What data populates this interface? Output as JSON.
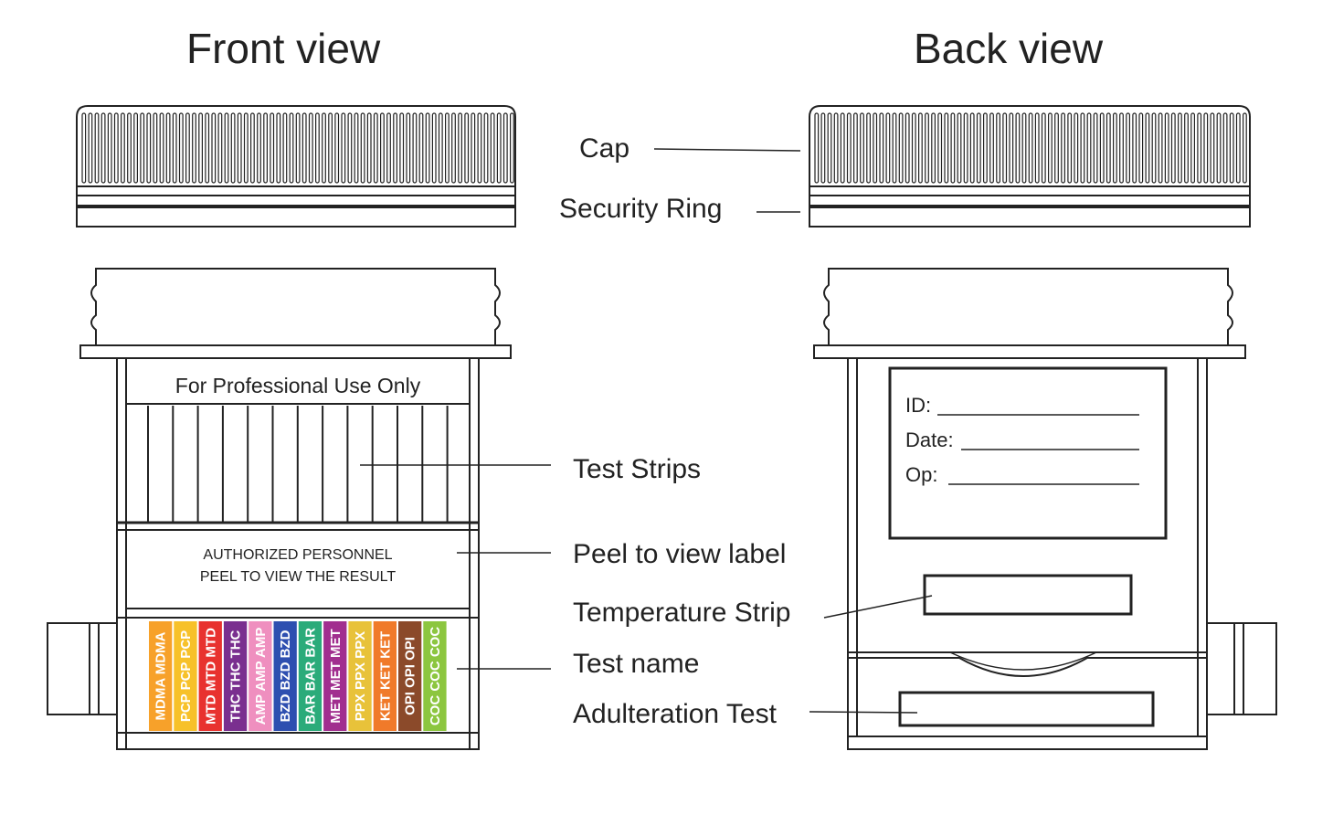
{
  "titles": {
    "front": "Front view",
    "back": "Back view"
  },
  "callouts": {
    "cap": "Cap",
    "security_ring": "Security Ring",
    "test_strips": "Test Strips",
    "peel_label": "Peel to view label",
    "temperature_strip": "Temperature Strip",
    "test_name": "Test name",
    "adulteration_test": "Adulteration Test"
  },
  "front_label": {
    "professional": "For Professional Use Only",
    "peel_line1": "AUTHORIZED PERSONNEL",
    "peel_line2": "PEEL TO VIEW THE RESULT"
  },
  "back_label": {
    "id": "ID:",
    "date": "Date:",
    "op": "Op:"
  },
  "test_strips": [
    {
      "name": "MDMA",
      "text": "MDMA MDMA",
      "color": "#f7a12a"
    },
    {
      "name": "PCP",
      "text": "PCP PCP PCP",
      "color": "#f7c12a"
    },
    {
      "name": "MTD",
      "text": "MTD MTD MTD",
      "color": "#e8322f"
    },
    {
      "name": "THC",
      "text": "THC THC THC",
      "color": "#7a2f8f"
    },
    {
      "name": "AMP",
      "text": "AMP AMP AMP",
      "color": "#ef8fbf"
    },
    {
      "name": "BZD",
      "text": "BZD BZD BZD",
      "color": "#2e4fb0"
    },
    {
      "name": "BAR",
      "text": "BAR BAR BAR",
      "color": "#2bab7a"
    },
    {
      "name": "MET",
      "text": "MET MET MET",
      "color": "#a12f8f"
    },
    {
      "name": "PPX",
      "text": "PPX PPX PPX",
      "color": "#e8c23a"
    },
    {
      "name": "KET",
      "text": "KET KET KET",
      "color": "#f07a2a"
    },
    {
      "name": "OPI",
      "text": "OPI OPI OPI",
      "color": "#8b4a2a"
    },
    {
      "name": "COC",
      "text": "COC COC COC",
      "color": "#8cc63f"
    }
  ]
}
